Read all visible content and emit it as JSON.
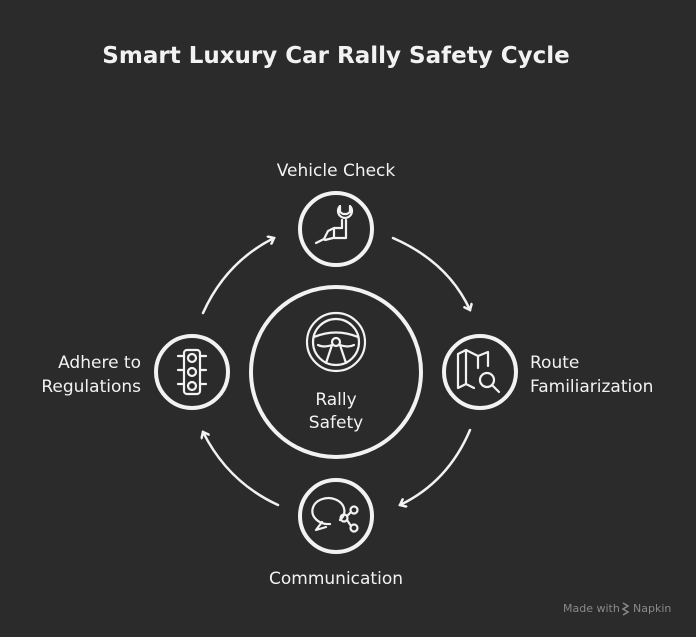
{
  "title": "Smart Luxury Car Rally Safety Cycle",
  "center": {
    "line1": "Rally",
    "line2": "Safety",
    "icon": "steering-wheel-icon"
  },
  "steps": [
    {
      "label": [
        "Vehicle Check"
      ],
      "icon": "wrench-hand-icon"
    },
    {
      "label": [
        "Route",
        "Familiarization"
      ],
      "icon": "map-search-icon"
    },
    {
      "label": [
        "Communication"
      ],
      "icon": "chat-share-icon"
    },
    {
      "label": [
        "Adhere to",
        "Regulations"
      ],
      "icon": "traffic-light-icon"
    }
  ],
  "footer": {
    "made_with": "Made with",
    "brand": "Napkin"
  },
  "colors": {
    "background": "#2b2b2b",
    "foreground": "#f2f2f2"
  }
}
